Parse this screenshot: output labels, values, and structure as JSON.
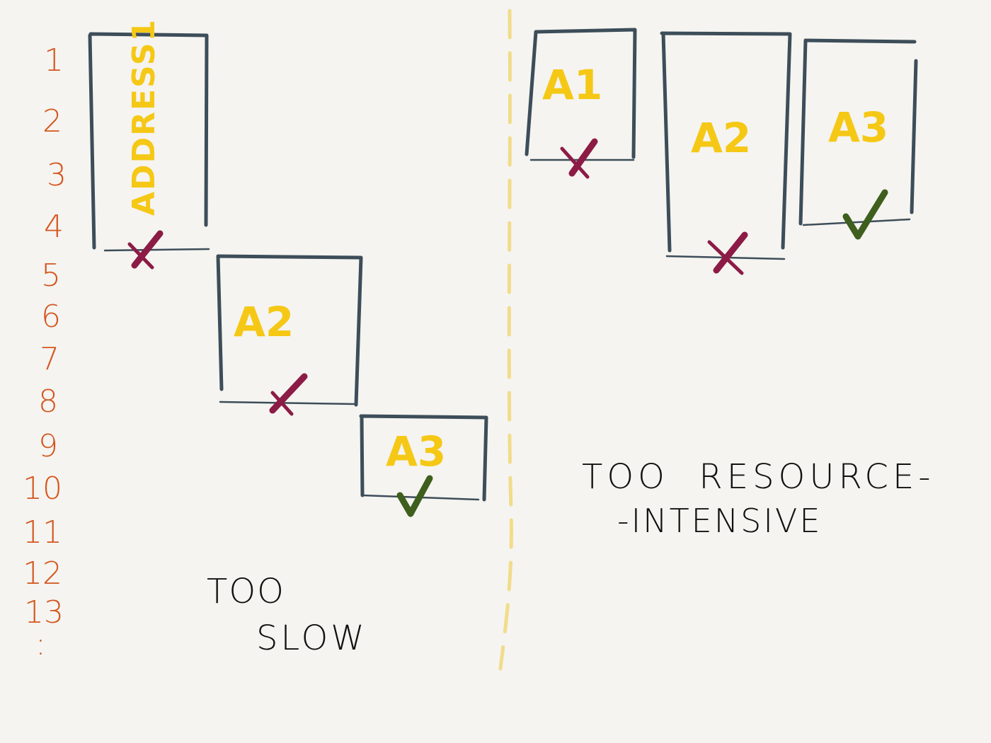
{
  "line_numbers": [
    "1",
    "2",
    "3",
    "4",
    "5",
    "6",
    "7",
    "8",
    "9",
    "10",
    "11",
    "12",
    "13",
    ":"
  ],
  "left": {
    "box1_label": "ADDRESS1",
    "box2_label": "A2",
    "box3_label": "A3",
    "caption_line1": "TOO",
    "caption_line2": "SLOW"
  },
  "right": {
    "box1_label": "A1",
    "box2_label": "A2",
    "box3_label": "A3",
    "caption_line1": "TOO  RESOURCE-",
    "caption_line2": "-INTENSIVE"
  },
  "colors": {
    "background": "#f5f4f0",
    "box_stroke": "#3d4d59",
    "label_yellow": "#f5c816",
    "line_number_orange": "#d4561f",
    "fail_mark": "#8c1b45",
    "success_mark": "#3e5f1d",
    "divider": "#f1dc8a"
  },
  "icons": [
    "cross-icon",
    "check-icon"
  ]
}
